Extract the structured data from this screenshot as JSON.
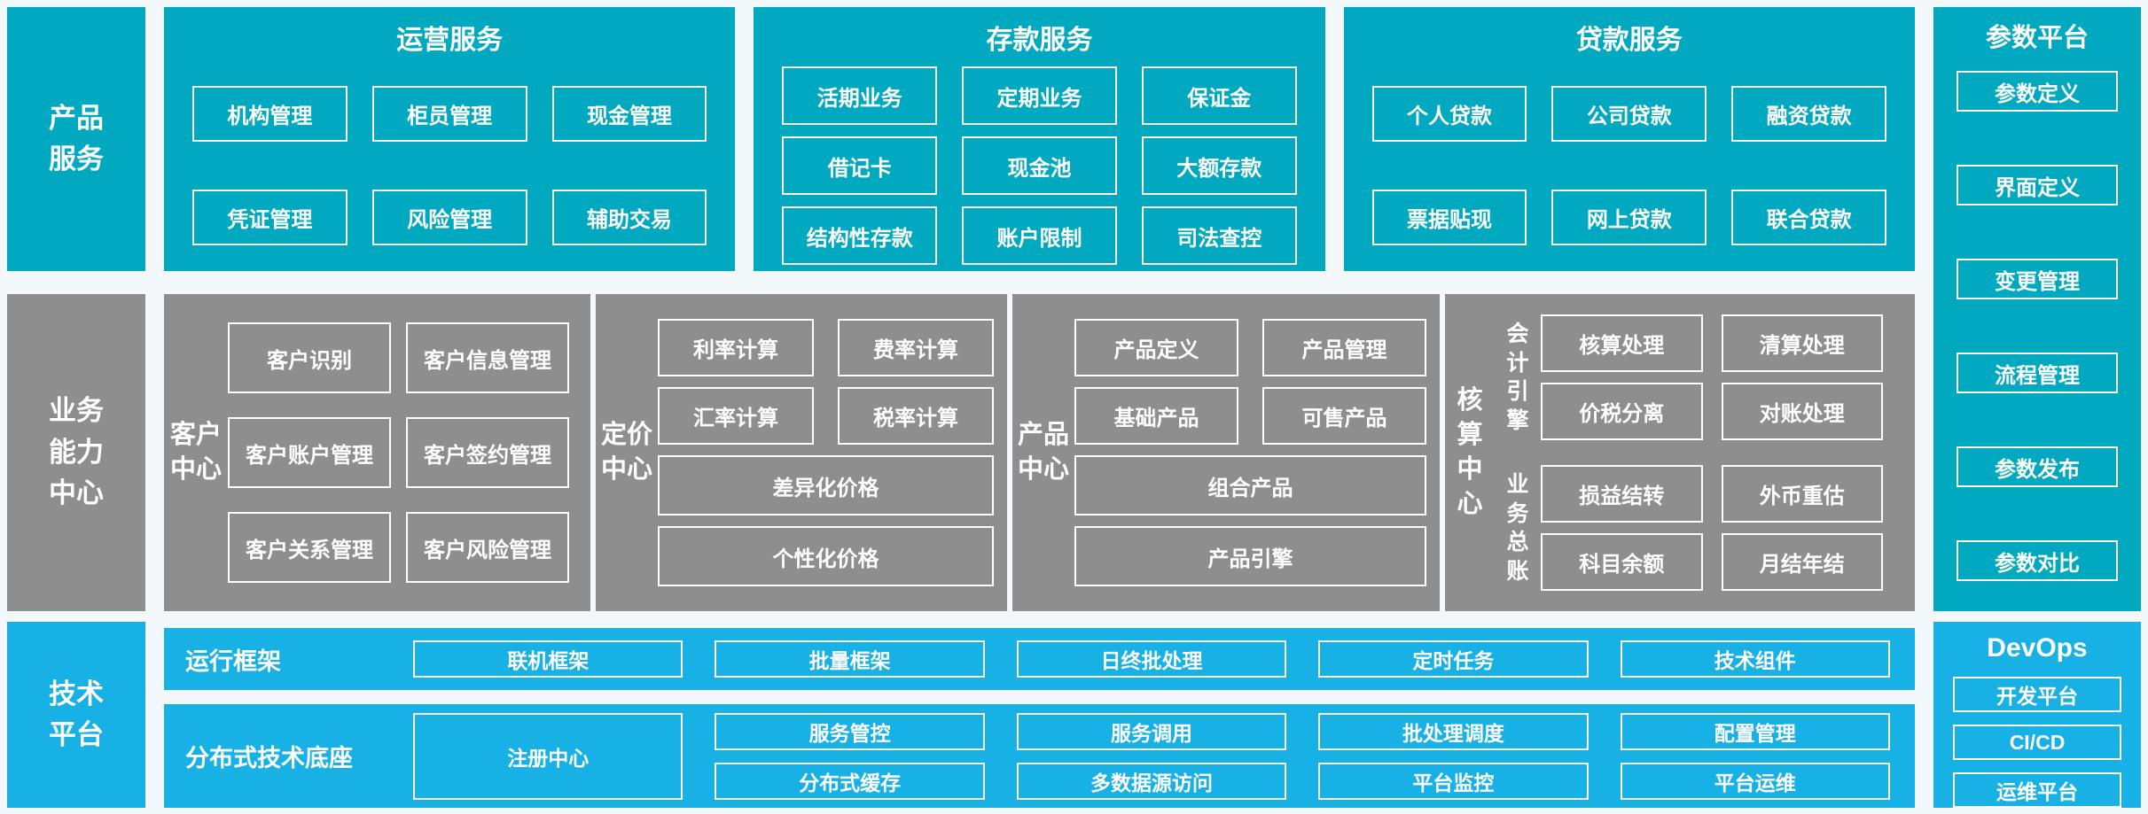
{
  "colors": {
    "teal": "#00a9bf",
    "bright_blue": "#18b1e6",
    "gray": "#8e8e8e",
    "background": "#f3f9fb",
    "box_border": "#ffffff",
    "text": "#ffffff"
  },
  "left_rail": {
    "product_services": "产品\n服务",
    "business_center": "业务\n能力\n中心",
    "tech_platform": "技术\n平台"
  },
  "top_sections": [
    {
      "title": "运营服务",
      "rows": [
        [
          "机构管理",
          "柜员管理",
          "现金管理"
        ],
        [
          "凭证管理",
          "风险管理",
          "辅助交易"
        ]
      ]
    },
    {
      "title": "存款服务",
      "rows": [
        [
          "活期业务",
          "定期业务",
          "保证金"
        ],
        [
          "借记卡",
          "现金池",
          "大额存款"
        ],
        [
          "结构性存款",
          "账户限制",
          "司法查控"
        ]
      ]
    },
    {
      "title": "贷款服务",
      "rows": [
        [
          "个人贷款",
          "公司贷款",
          "融资贷款"
        ],
        [
          "票据贴现",
          "网上贷款",
          "联合贷款"
        ]
      ]
    }
  ],
  "center_sections": {
    "customer": {
      "vlabel": "客户\n中心",
      "rows": [
        [
          "客户识别",
          "客户信息管理"
        ],
        [
          "客户账户管理",
          "客户签约管理"
        ],
        [
          "客户关系管理",
          "客户风险管理"
        ]
      ]
    },
    "pricing": {
      "vlabel": "定价\n中心",
      "pairs": [
        [
          "利率计算",
          "费率计算"
        ],
        [
          "汇率计算",
          "税率计算"
        ]
      ],
      "wide": [
        "差异化价格",
        "个性化价格"
      ]
    },
    "product": {
      "vlabel": "产品\n中心",
      "pairs": [
        [
          "产品定义",
          "产品管理"
        ],
        [
          "基础产品",
          "可售产品"
        ]
      ],
      "wide": [
        "组合产品",
        "产品引擎"
      ]
    },
    "accounting": {
      "vlabel": "核算\n中心",
      "groups": [
        {
          "label": "会\n计\n引\n擎",
          "rows": [
            [
              "核算处理",
              "清算处理"
            ],
            [
              "价税分离",
              "对账处理"
            ]
          ]
        },
        {
          "label": "业\n务\n总\n账",
          "rows": [
            [
              "损益结转",
              "外币重估"
            ],
            [
              "科目余额",
              "月结年结"
            ]
          ]
        }
      ]
    }
  },
  "bottom": {
    "runtime_row": {
      "label": "运行框架",
      "items": [
        "联机框架",
        "批量框架",
        "日终批处理",
        "定时任务",
        "技术组件"
      ]
    },
    "distributed_row": {
      "label": "分布式技术底座",
      "registry": "注册中心",
      "pairs": [
        [
          "服务管控",
          "分布式缓存"
        ],
        [
          "服务调用",
          "多数据源访问"
        ],
        [
          "批处理调度",
          "平台监控"
        ],
        [
          "配置管理",
          "平台运维"
        ]
      ]
    }
  },
  "right_rail": {
    "param_platform": {
      "title": "参数平台",
      "items": [
        "参数定义",
        "界面定义",
        "变更管理",
        "流程管理",
        "参数发布",
        "参数对比"
      ]
    },
    "devops": {
      "title": "DevOps",
      "items": [
        "开发平台",
        "CI/CD",
        "运维平台"
      ]
    }
  }
}
